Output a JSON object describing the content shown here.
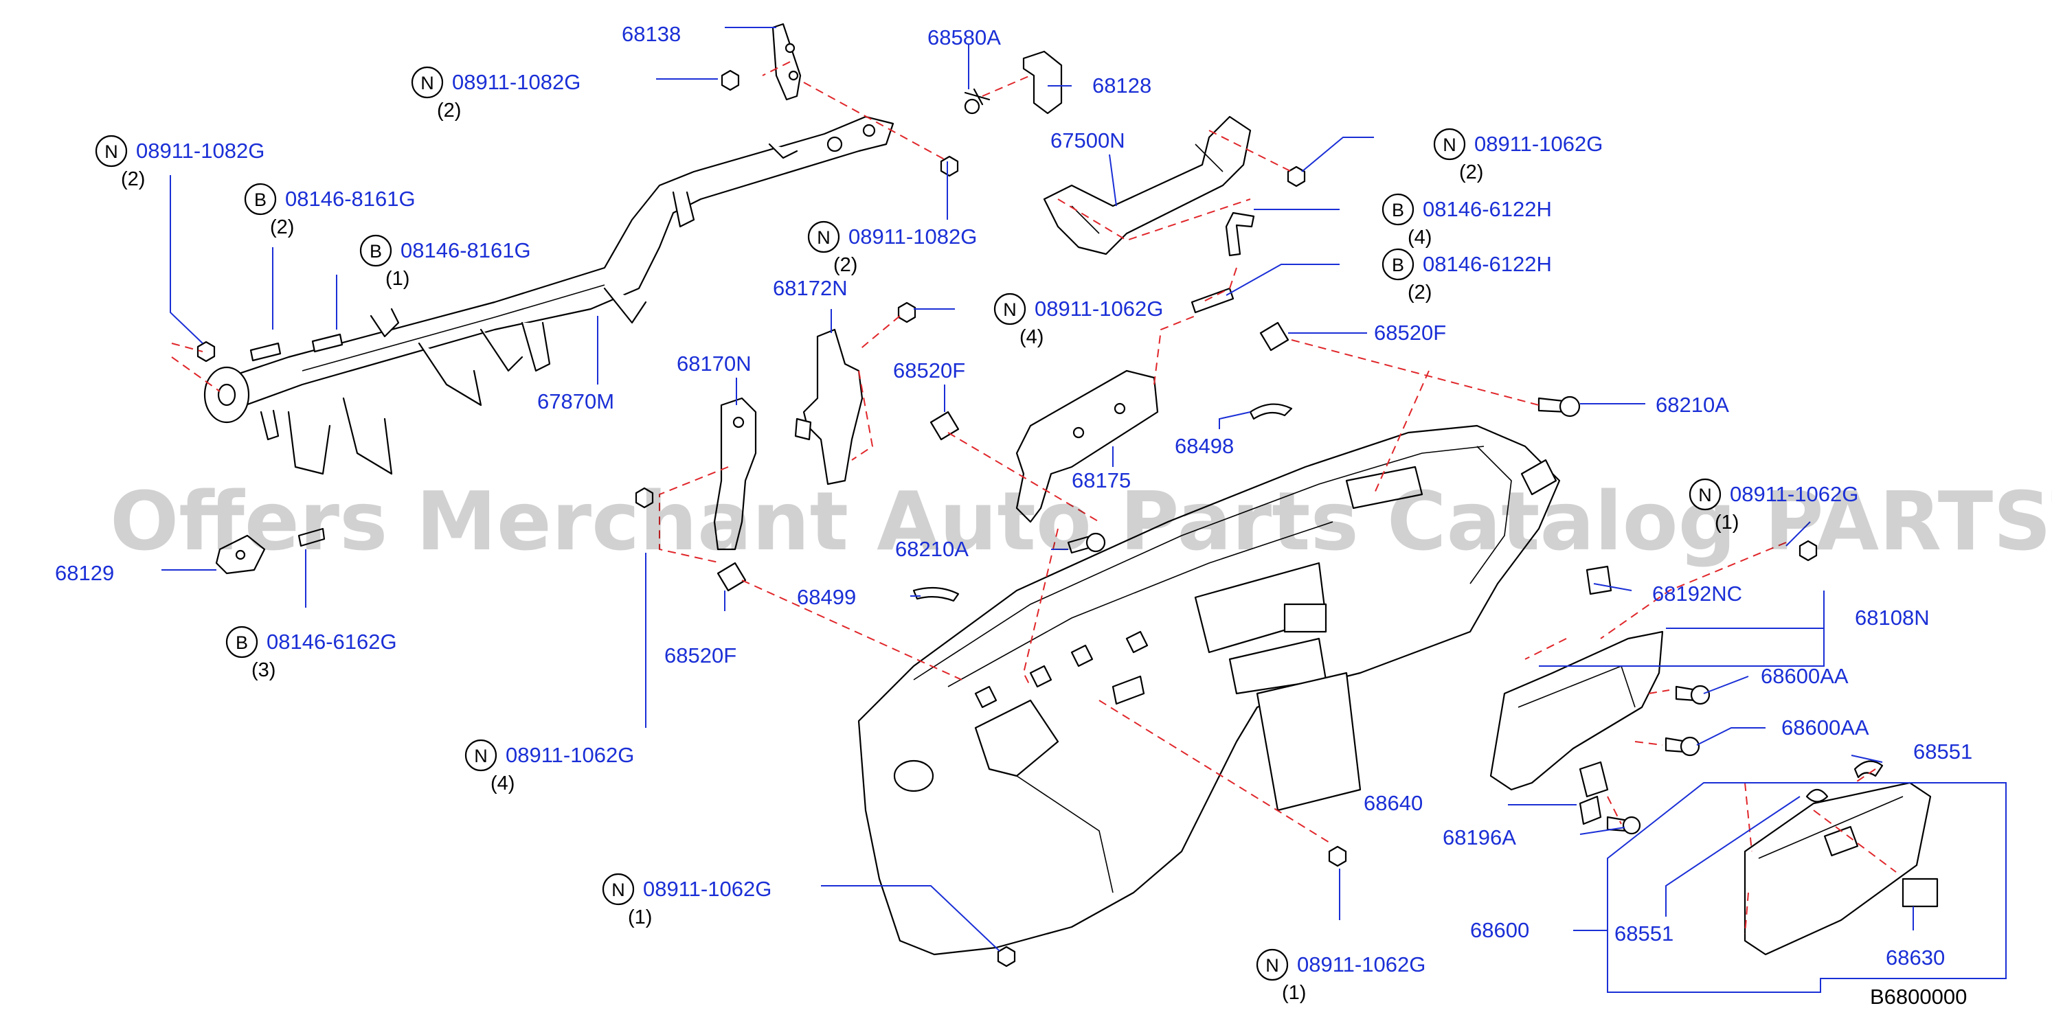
{
  "diagram": {
    "id": "B6800000",
    "watermark": "Offers Merchant Auto Parts Catalog PARTSTORE.SA",
    "colors": {
      "callout": "#1a2fd6",
      "dashed_line": "#e0262a",
      "drawing": "#000000"
    },
    "callouts": [
      {
        "part": "68138"
      },
      {
        "badge": "N",
        "part": "08911-1082G",
        "qty": "(2)"
      },
      {
        "badge": "N",
        "part": "08911-1082G",
        "qty": "(2)"
      },
      {
        "badge": "B",
        "part": "08146-8161G",
        "qty": "(2)"
      },
      {
        "badge": "B",
        "part": "08146-8161G",
        "qty": "(1)"
      },
      {
        "part": "67870M"
      },
      {
        "part": "68129"
      },
      {
        "badge": "B",
        "part": "08146-6162G",
        "qty": "(3)"
      },
      {
        "badge": "N",
        "part": "08911-1062G",
        "qty": "(4)"
      },
      {
        "badge": "N",
        "part": "08911-1062G",
        "qty": "(1)"
      },
      {
        "part": "68580A"
      },
      {
        "part": "68128"
      },
      {
        "part": "67500N"
      },
      {
        "badge": "N",
        "part": "08911-1062G",
        "qty": "(2)"
      },
      {
        "badge": "B",
        "part": "08146-6122H",
        "qty": "(4)"
      },
      {
        "badge": "B",
        "part": "08146-6122H",
        "qty": "(2)"
      },
      {
        "badge": "N",
        "part": "08911-1082G",
        "qty": "(2)"
      },
      {
        "part": "68172N"
      },
      {
        "badge": "N",
        "part": "08911-1062G",
        "qty": "(4)"
      },
      {
        "part": "68170N"
      },
      {
        "part": "68520F"
      },
      {
        "part": "68520F"
      },
      {
        "part": "68520F"
      },
      {
        "part": "68175"
      },
      {
        "part": "68498"
      },
      {
        "part": "68210A"
      },
      {
        "part": "68210A"
      },
      {
        "part": "68499"
      },
      {
        "badge": "N",
        "part": "08911-1062G",
        "qty": "(1)"
      },
      {
        "part": "68192NC"
      },
      {
        "part": "68108N"
      },
      {
        "part": "68600AA"
      },
      {
        "part": "68600AA"
      },
      {
        "part": "68551"
      },
      {
        "part": "68640"
      },
      {
        "part": "68196A"
      },
      {
        "part": "68600"
      },
      {
        "part": "68551"
      },
      {
        "part": "68630"
      },
      {
        "badge": "N",
        "part": "08911-1062G",
        "qty": "(1)"
      }
    ]
  }
}
